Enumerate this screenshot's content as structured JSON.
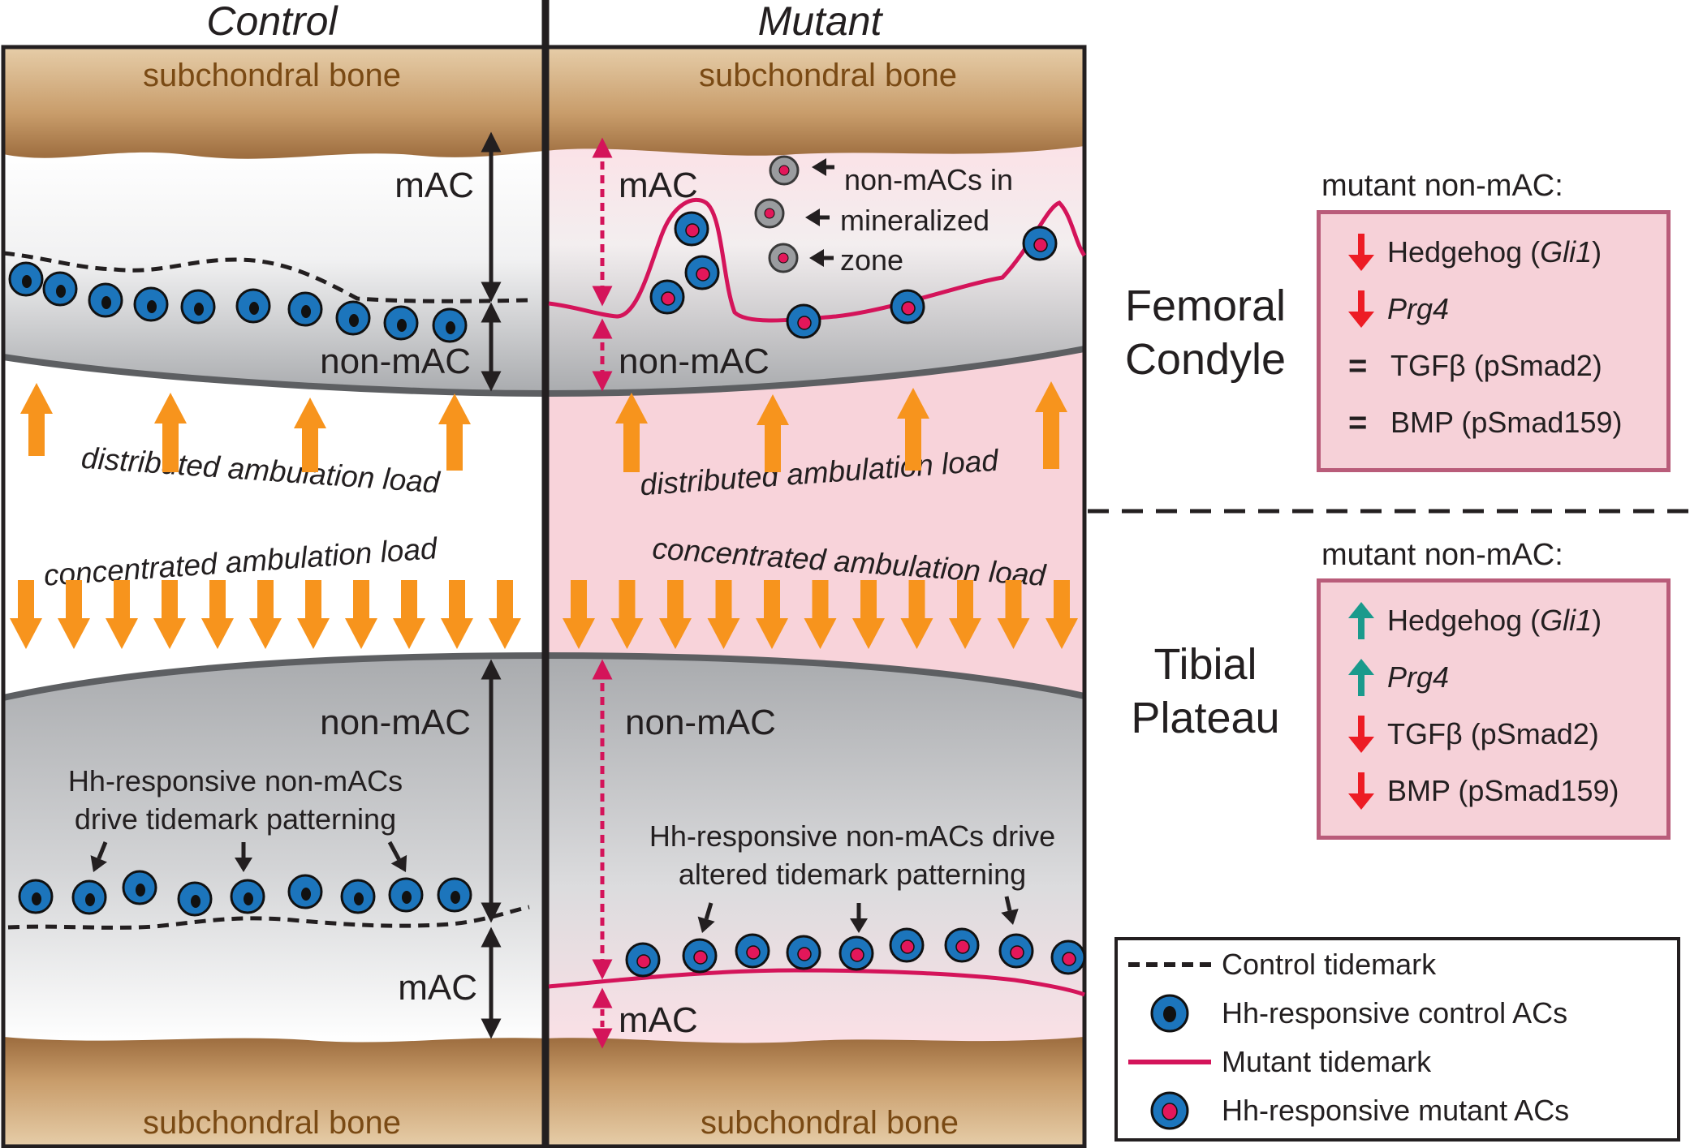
{
  "columns": {
    "control": "Control",
    "mutant": "Mutant"
  },
  "labels": {
    "subchondral_bone": "subchondral bone",
    "mac": "mAC",
    "non_mac": "non-mAC",
    "distributed_load": "distributed ambulation load",
    "concentrated_load": "concentrated ambulation load",
    "control_note_line1": "Hh-responsive non-mACs",
    "control_note_line2": "drive tidemark patterning",
    "mutant_note_line1": "Hh-responsive non-mACs drive",
    "mutant_note_line2": "altered tidemark patterning",
    "mineral_line1": "non-mACs in",
    "mineral_line2": "mineralized",
    "mineral_line3": "zone"
  },
  "femoral": {
    "title": "mutant non-mAC:",
    "region_line1": "Femoral",
    "region_line2": "Condyle",
    "items": [
      {
        "change": "down",
        "name": "Hedgehog (",
        "gene": "Gli1",
        "close": ")"
      },
      {
        "change": "down",
        "name": "",
        "gene": "Prg4",
        "close": ""
      },
      {
        "change": "equal",
        "name": "TGFβ (pSmad2)",
        "gene": "",
        "close": ""
      },
      {
        "change": "equal",
        "name": "BMP (pSmad159)",
        "gene": "",
        "close": ""
      }
    ]
  },
  "tibial": {
    "title": "mutant non-mAC:",
    "region_line1": "Tibial",
    "region_line2": "Plateau",
    "items": [
      {
        "change": "up",
        "name": "Hedgehog (",
        "gene": "Gli1",
        "close": ")"
      },
      {
        "change": "up",
        "name": "",
        "gene": "Prg4",
        "close": ""
      },
      {
        "change": "down",
        "name": "TGFβ (pSmad2)",
        "gene": "",
        "close": ""
      },
      {
        "change": "down",
        "name": "BMP (pSmad159)",
        "gene": "",
        "close": ""
      }
    ]
  },
  "legend": {
    "control_tidemark": "Control tidemark",
    "control_acs": "Hh-responsive control ACs",
    "mutant_tidemark": "Mutant tidemark",
    "mutant_acs": "Hh-responsive mutant ACs"
  },
  "colors": {
    "bone": "#a8784a",
    "bone_dark": "#7a4a14",
    "mutant_bg": "#f8d3da",
    "cartilage_grey": "#b5b7ba",
    "load_arrow": "#f7941d",
    "cell_blue": "#1c75bc",
    "cell_nucleus_control": "#111111",
    "cell_nucleus_mutant": "#e3175a",
    "mutant_tidemark": "#d4145a",
    "down_arrow": "#ed1c24",
    "up_arrow": "#1a9a8c",
    "box_border": "#b95c7a",
    "box_fill": "#f6d1d8"
  }
}
